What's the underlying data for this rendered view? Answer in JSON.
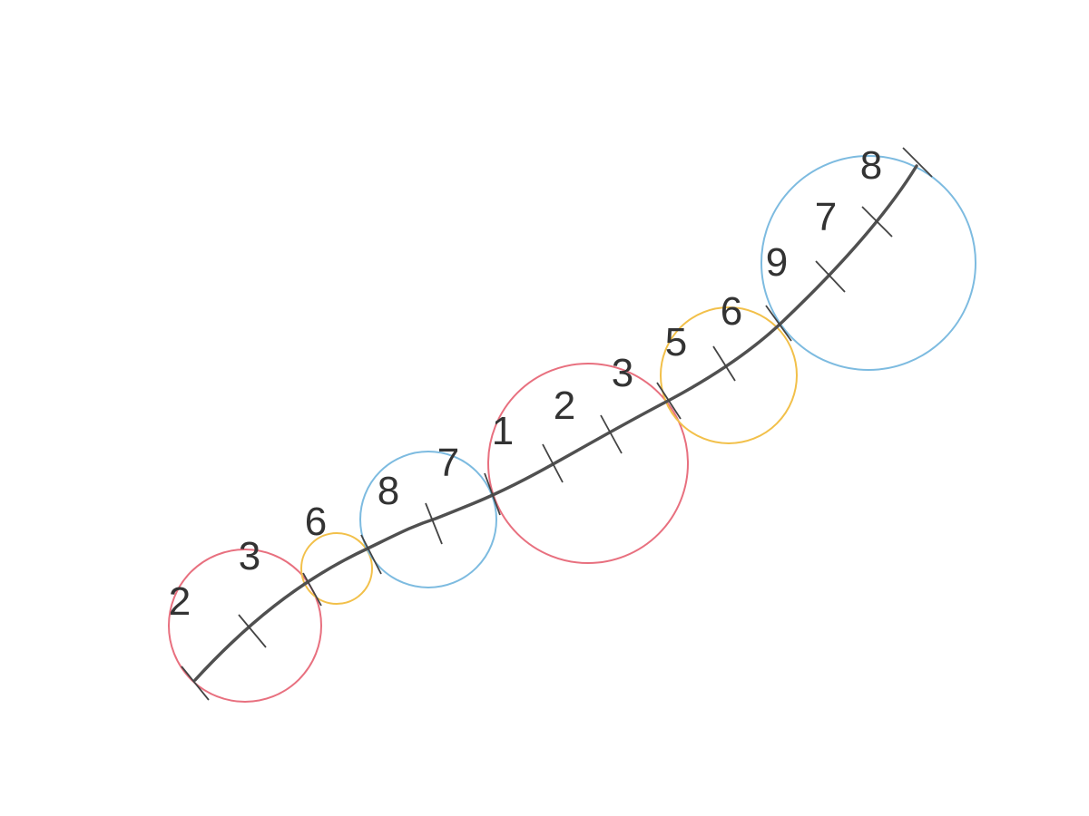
{
  "colors": {
    "path": "#505050",
    "tick": "#444444",
    "label": "#333333",
    "red": "#e8707f",
    "yellow": "#f2c04a",
    "blue": "#7dbbe0"
  },
  "digit_circles": [
    {
      "color": "red",
      "labels": [
        "2",
        "3"
      ]
    },
    {
      "color": "yellow",
      "labels": [
        "6"
      ]
    },
    {
      "color": "blue",
      "labels": [
        "8",
        "7"
      ]
    },
    {
      "color": "red",
      "labels": [
        "1",
        "2",
        "3"
      ]
    },
    {
      "color": "yellow",
      "labels": [
        "5",
        "6"
      ]
    },
    {
      "color": "blue",
      "labels": [
        "9",
        "7",
        "8"
      ]
    }
  ]
}
